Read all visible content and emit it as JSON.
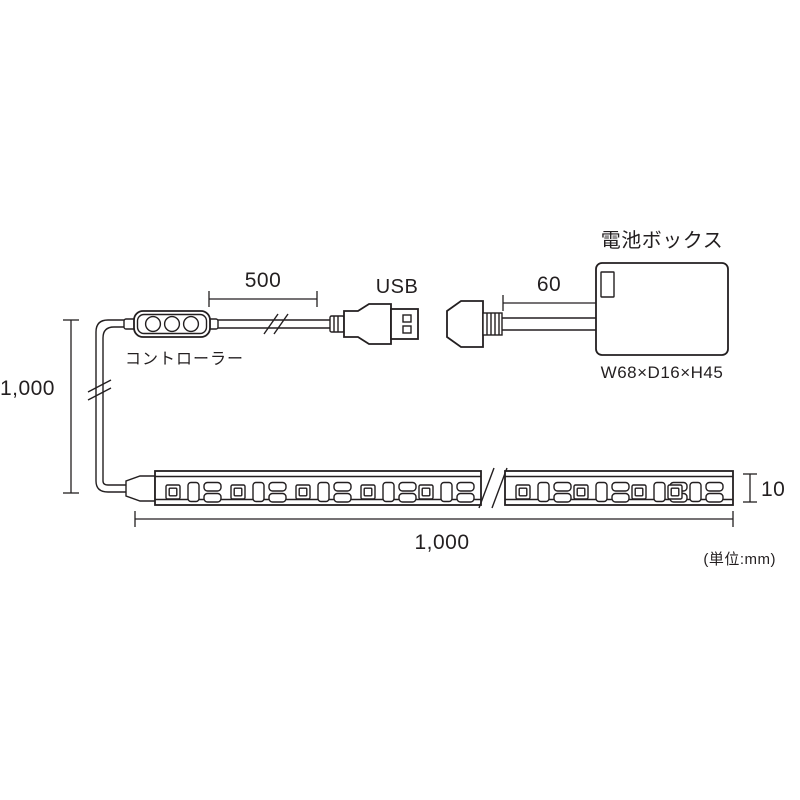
{
  "diagram": {
    "title": "LED tape light product dimension drawing",
    "unit_note": "(単位:mm)",
    "labels": {
      "controller": "コントローラー",
      "usb": "USB",
      "battery_box": "電池ボックス",
      "battery_box_spec": "W68×D16×H45"
    },
    "dimensions": {
      "cable_to_controller": "500",
      "vertical_drop": "1,000",
      "strip_length": "1,000",
      "battery_lead": "60",
      "strip_height": "10"
    },
    "colors": {
      "line": "#231f20",
      "background": "#ffffff",
      "fill": "#ffffff"
    },
    "strip": {
      "led_group_count_left": 5,
      "led_group_count_right": 4,
      "break_symbol": "//"
    }
  },
  "chart_data": {
    "type": "table",
    "title": "LED tape light dimensions",
    "categories": [
      "500",
      "1,000",
      "1,000",
      "60",
      "10"
    ],
    "values": [
      500,
      1000,
      1000,
      60,
      10
    ],
    "xlabel": "",
    "ylabel": "mm"
  }
}
